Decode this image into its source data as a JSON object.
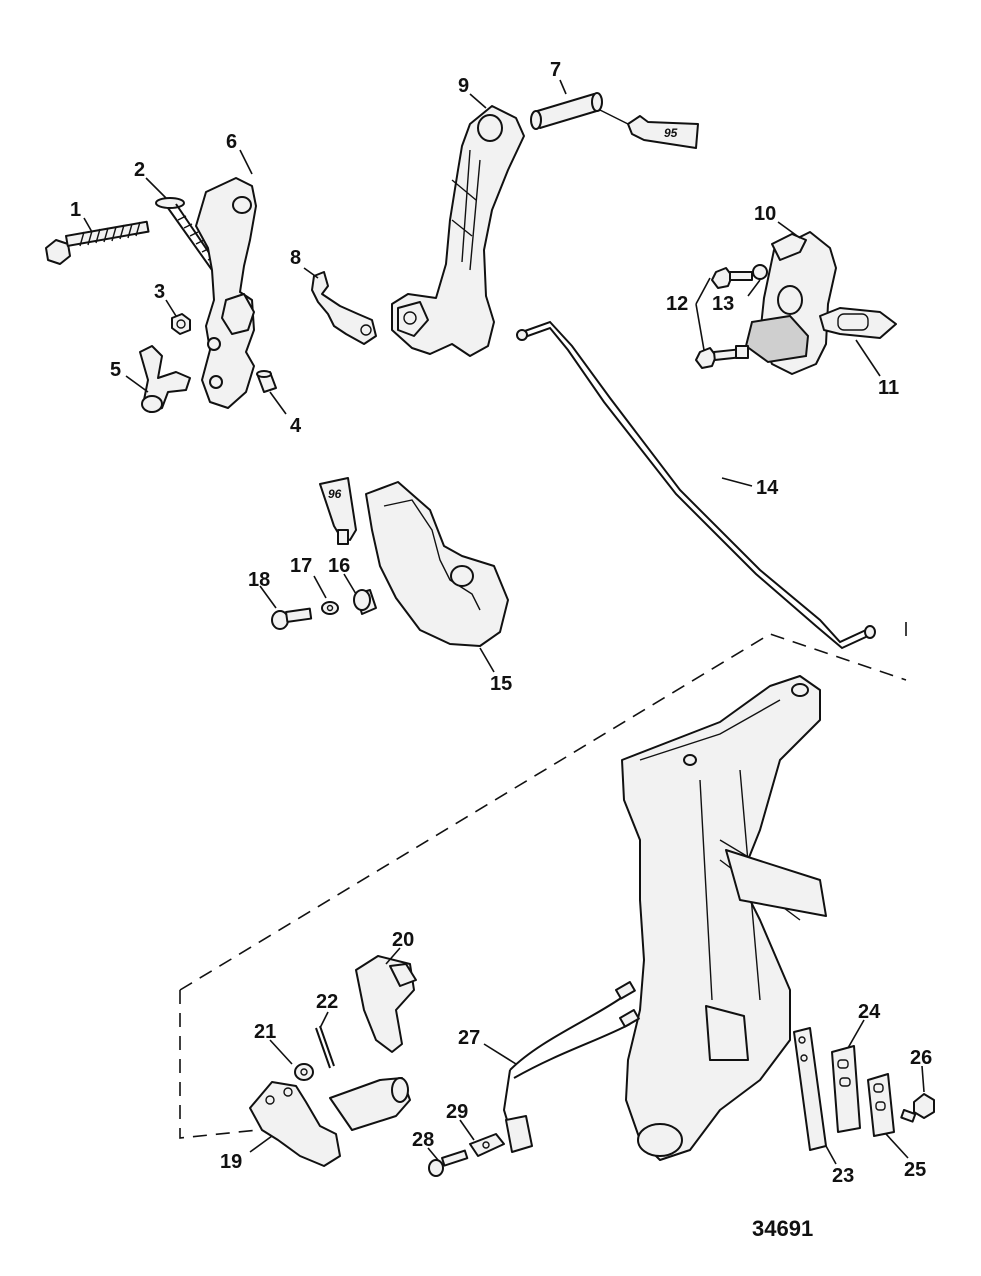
{
  "diagram": {
    "figure_number": "34691",
    "callouts": [
      "1",
      "2",
      "3",
      "4",
      "5",
      "6",
      "7",
      "8",
      "9",
      "10",
      "11",
      "12",
      "13",
      "14",
      "15",
      "16",
      "17",
      "18",
      "19",
      "20",
      "21",
      "22",
      "23",
      "24",
      "25",
      "26",
      "27",
      "28",
      "29"
    ],
    "sealant_tubes": [
      "95",
      "96"
    ]
  }
}
